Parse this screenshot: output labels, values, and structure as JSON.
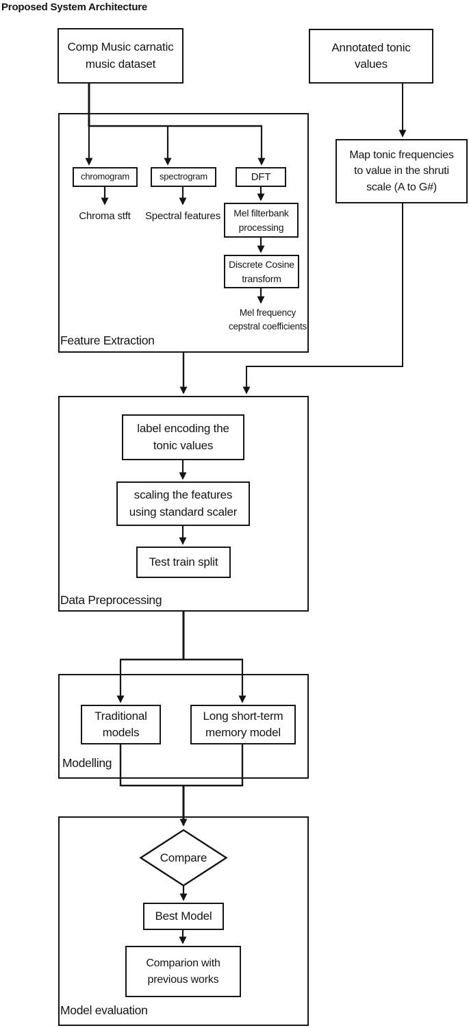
{
  "title": "Proposed System Architecture",
  "colors": {
    "stroke": "#141414",
    "background": "#ffffff",
    "text": "#141414"
  },
  "sections": {
    "feature_extraction": "Feature Extraction",
    "data_preprocessing": "Data Preprocessing",
    "modelling": "Modelling",
    "model_evaluation": "Model evaluation"
  },
  "nodes": {
    "dataset": "Comp Music carnatic\nmusic dataset",
    "annotated_tonic": "Annotated tonic\nvalues",
    "map_tonic": "Map tonic frequencies\nto value in the shruti\nscale (A to G#)",
    "chromogram": "chromogram",
    "spectrogram": "spectrogram",
    "dft": "DFT",
    "chroma_stft": "Chroma stft",
    "spectral_features": "Spectral features",
    "mel_filterbank": "Mel filterbank\nprocessing",
    "discrete_cosine": "Discrete Cosine\ntransform",
    "mfcc": "Mel frequency\ncepstral coefficients",
    "label_encoding": "label encoding the\ntonic values",
    "scaling": "scaling the features\nusing standard scaler",
    "test_train_split": "Test train split",
    "traditional_models": "Traditional\nmodels",
    "lstm": "Long short-term\nmemory model",
    "compare": "Compare",
    "best_model": "Best Model",
    "comparison": "Comparion with\nprevious works"
  }
}
